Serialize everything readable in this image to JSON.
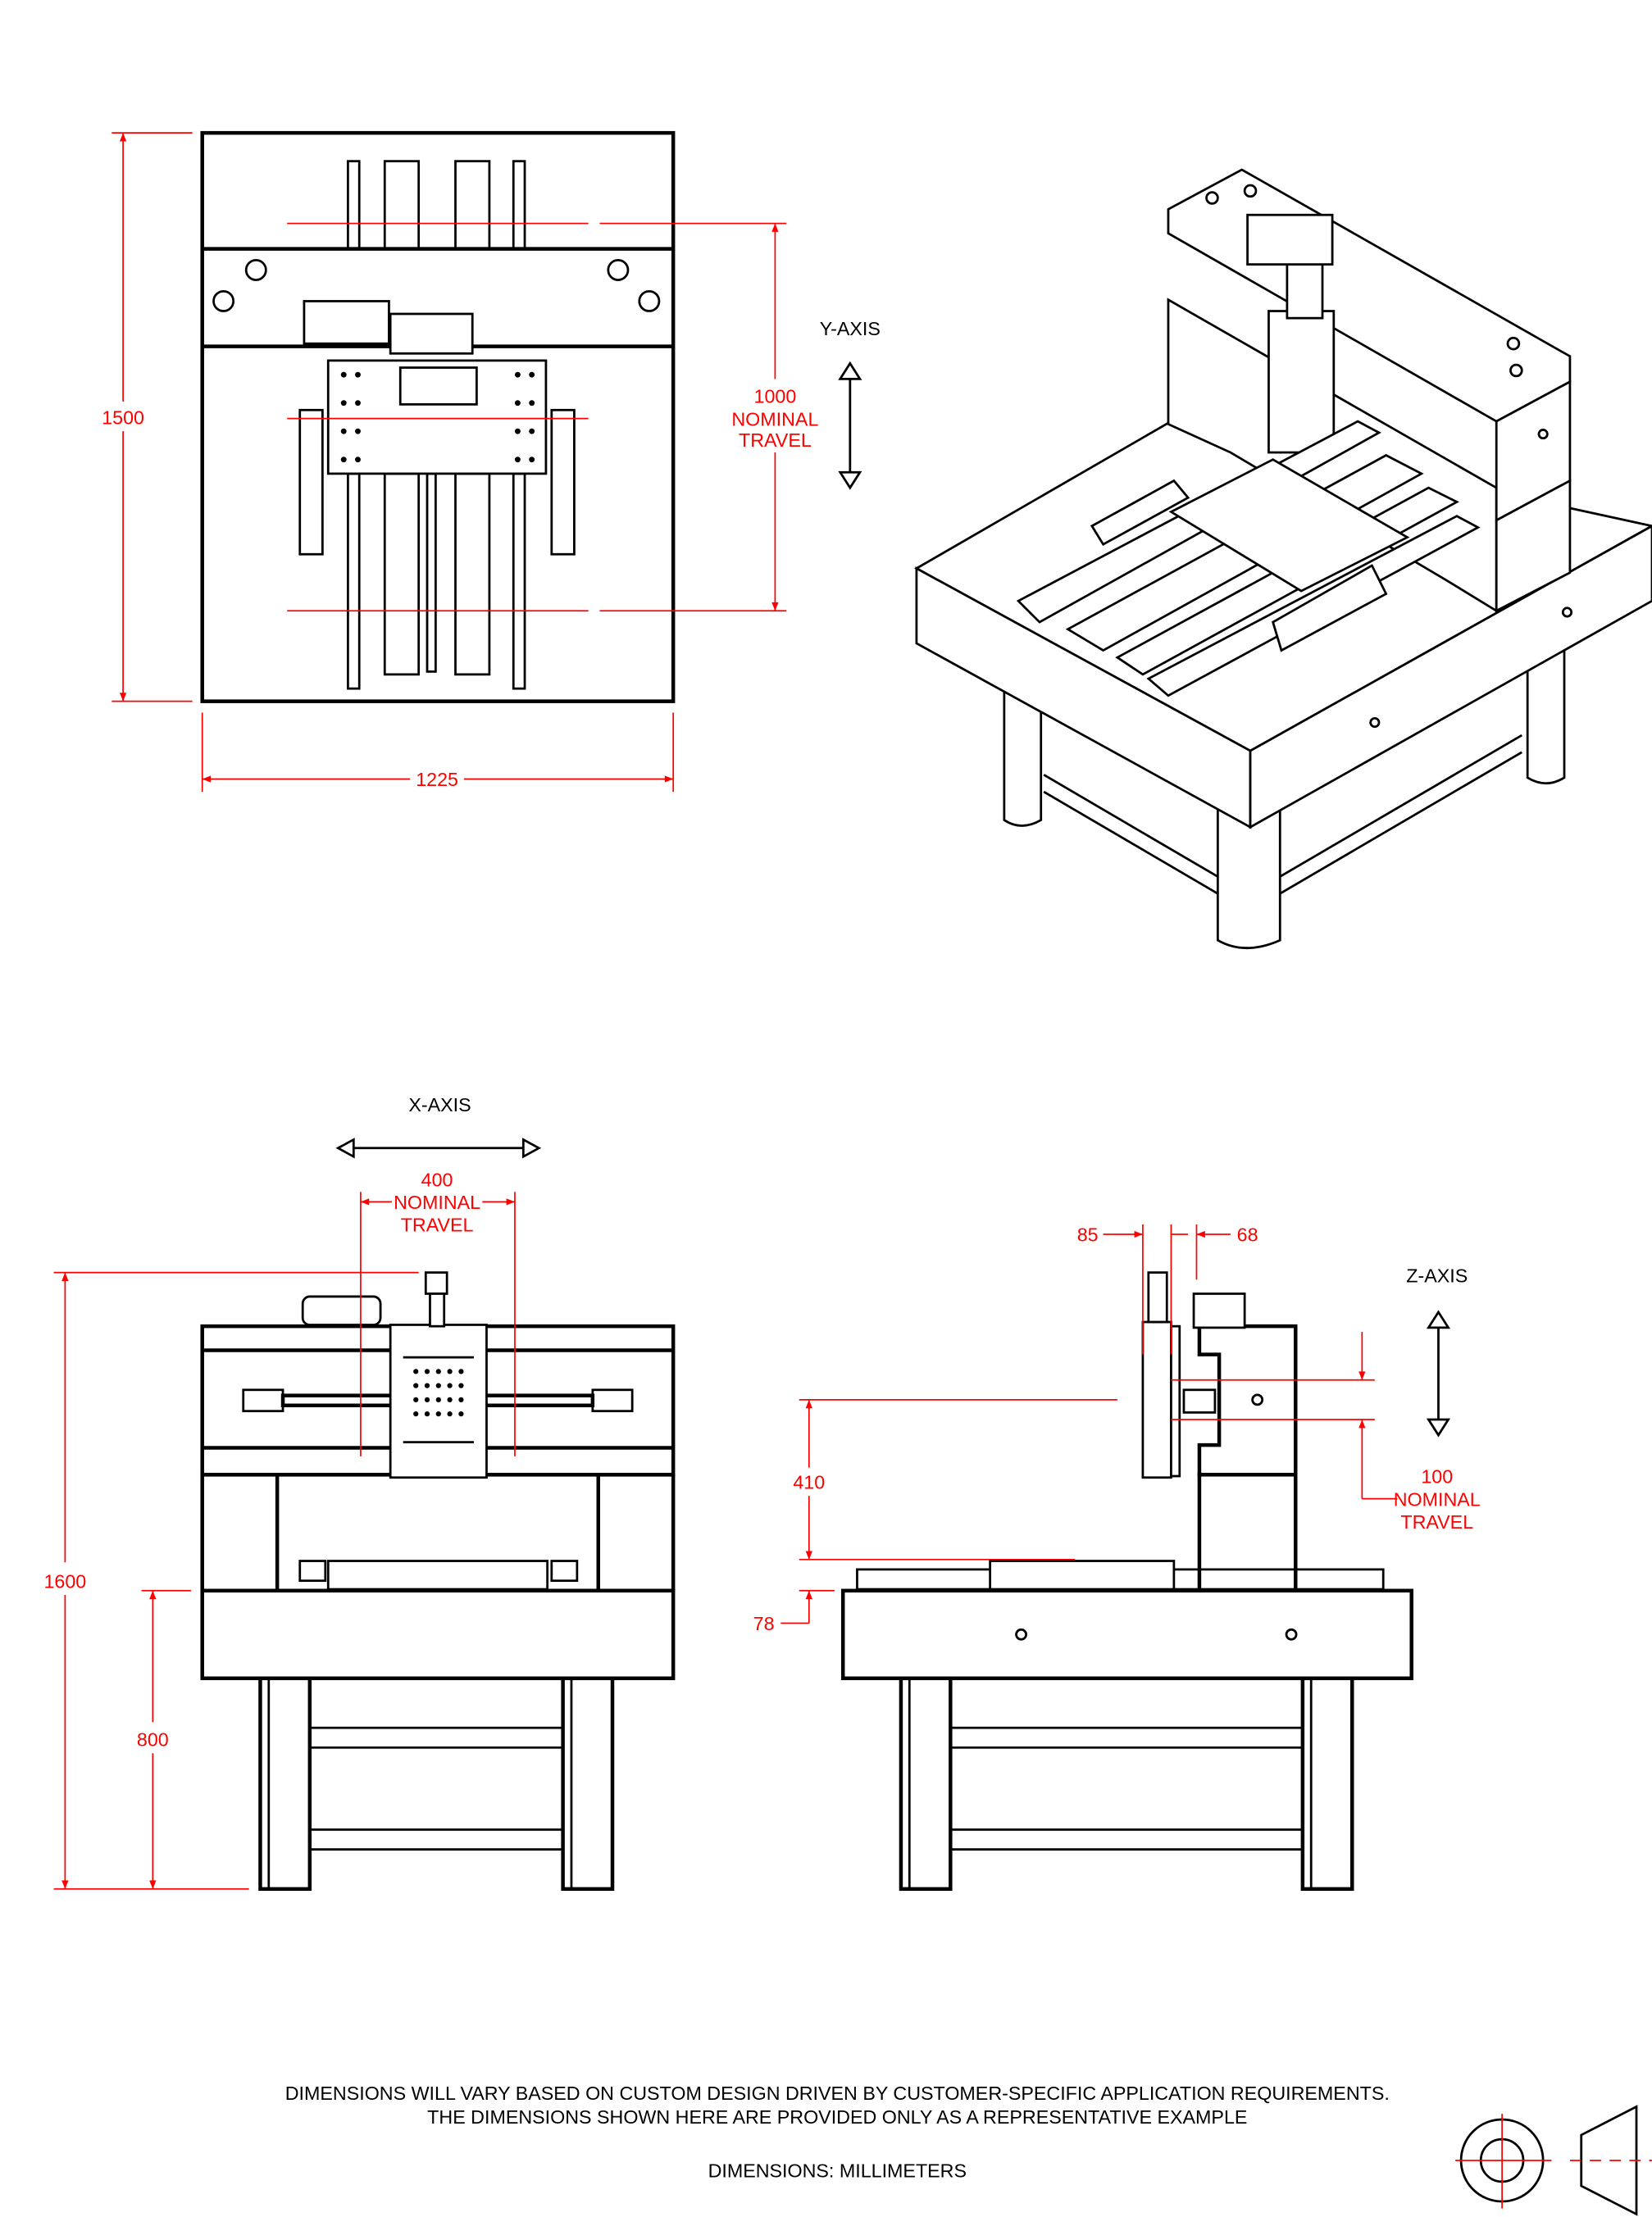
{
  "colors": {
    "dimension": "#ff0000",
    "geometry": "#000000",
    "background": "#ffffff"
  },
  "top_view": {
    "height_dim": "1500",
    "width_dim": "1225",
    "y_travel": {
      "value": "1000",
      "line2": "NOMINAL",
      "line3": "TRAVEL"
    },
    "axis_label": "Y-AXIS"
  },
  "front_view": {
    "axis_label": "X-AXIS",
    "x_travel": {
      "value": "400",
      "line2": "NOMINAL",
      "line3": "TRAVEL"
    },
    "overall_height_dim": "1600",
    "table_height_dim": "800"
  },
  "side_view": {
    "dim_left": "85",
    "dim_right": "68",
    "axis_label": "Z-AXIS",
    "z_travel": {
      "value": "100",
      "line2": "NOMINAL",
      "line3": "TRAVEL"
    },
    "dim_410": "410",
    "dim_78": "78"
  },
  "notes": {
    "line1": "DIMENSIONS WILL VARY BASED ON CUSTOM DESIGN DRIVEN BY CUSTOMER-SPECIFIC APPLICATION REQUIREMENTS.",
    "line2": "THE DIMENSIONS SHOWN HERE ARE PROVIDED ONLY AS A REPRESENTATIVE EXAMPLE",
    "units": "DIMENSIONS:  MILLIMETERS"
  },
  "projection_symbol": "third-angle-projection-icon"
}
